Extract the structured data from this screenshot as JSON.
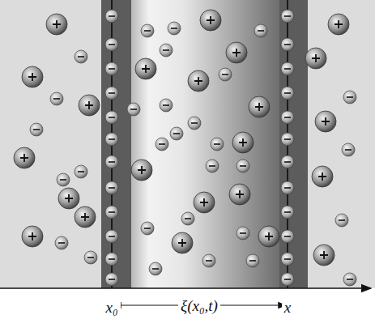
{
  "diagram": {
    "labels": [
      "x₀",
      "ξ(x₀,t)",
      "x"
    ]
  }
}
